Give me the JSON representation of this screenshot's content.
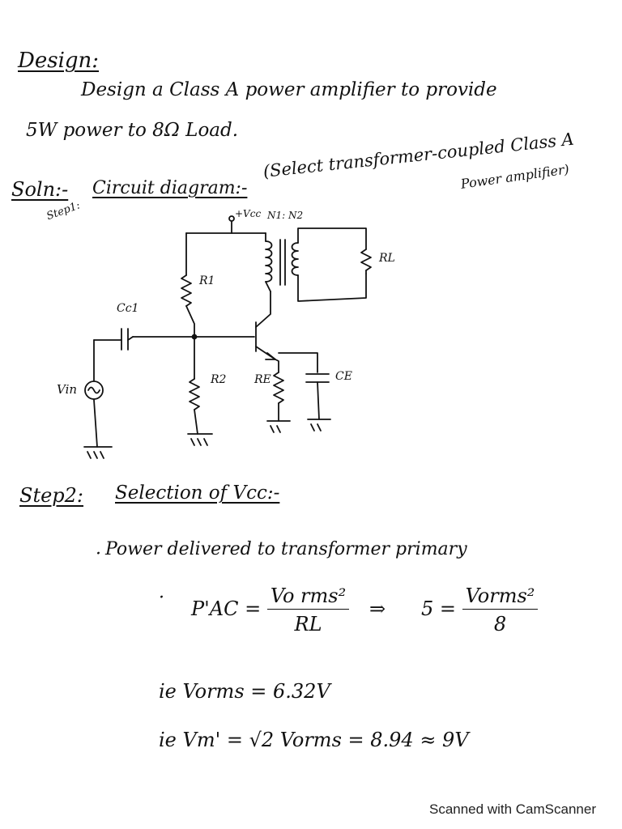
{
  "heading": {
    "design_title": "Design:"
  },
  "problem": {
    "line1": "Design a Class A power amplifier to provide",
    "line2": "5W power to 8Ω Load."
  },
  "solution": {
    "sol_label": "Soln:-",
    "step1_label": "Step1:",
    "circuit_heading": "Circuit diagram:-",
    "select_note_line1": "(Select transformer-coupled Class A",
    "select_note_line2": "Power amplifier)"
  },
  "circuit": {
    "vcc": "+Vcc",
    "turns": "N1: N2",
    "r1": "R1",
    "r2": "R2",
    "re": "RE",
    "rl": "RL",
    "cc1": "Cc1",
    "ce": "CE",
    "vin": "Vin"
  },
  "step2": {
    "label": "Step2:",
    "title": "Selection of Vcc:-",
    "bullet": "Power delivered to transformer primary",
    "pac_lhs": "P'AC =",
    "pac_num": "Vo rms²",
    "pac_den": "RL",
    "implies": "⇒",
    "five_lhs": "5 =",
    "five_num": "Vorms²",
    "five_den": "8",
    "vorms_line": "ie Vorms = 6.32V",
    "vm_line": "ie Vm' = √2 Vorms = 8.94 ≈ 9V"
  },
  "footer": {
    "scanner_text": "Scanned with CamScanner"
  }
}
